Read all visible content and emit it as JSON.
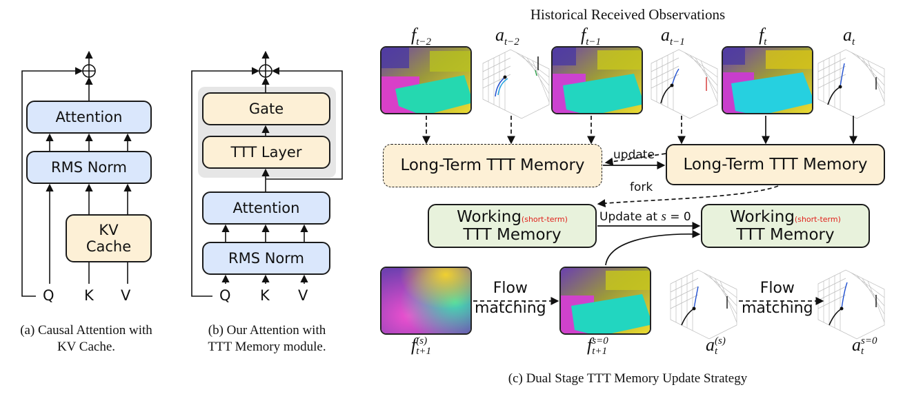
{
  "panel_a": {
    "attention": "Attention",
    "rms_norm": "RMS Norm",
    "kv_cache_line1": "KV",
    "kv_cache_line2": "Cache",
    "q": "Q",
    "k": "K",
    "v": "V",
    "caption_line1": "(a) Causal Attention with",
    "caption_line2": "KV Cache."
  },
  "panel_b": {
    "gate": "Gate",
    "ttt_layer": "TTT Layer",
    "attention": "Attention",
    "rms_norm": "RMS Norm",
    "q": "Q",
    "k": "K",
    "v": "V",
    "caption_line1": "(b) Our Attention with",
    "caption_line2": "TTT Memory module."
  },
  "panel_c": {
    "title": "Historical Received Observations",
    "frames": [
      {
        "base": "f",
        "sub": "t−2"
      },
      {
        "base": "a",
        "sub": "t−2"
      },
      {
        "base": "f",
        "sub": "t−1"
      },
      {
        "base": "a",
        "sub": "t−1"
      },
      {
        "base": "f",
        "sub": "t"
      },
      {
        "base": "a",
        "sub": "t"
      }
    ],
    "long_term_old": "Long-Term TTT Memory",
    "long_term_new": "Long-Term TTT Memory",
    "update_label": "update",
    "fork_label": "fork",
    "working_line1": "Working",
    "working_tag": "(short-term)",
    "working_line2": "TTT Memory",
    "update_at_prefix": "Update at ",
    "update_at_var": "s",
    "update_at_suffix": " = 0",
    "flow_line1": "Flow",
    "flow_line2": "matching",
    "bottom_labels": [
      {
        "base": "f",
        "sub": "t+1",
        "sup": "(s)"
      },
      {
        "base": "f",
        "sub": "t+1",
        "sup": "s=0"
      },
      {
        "base": "a",
        "sub": "t",
        "sup": "(s)"
      },
      {
        "base": "a",
        "sub": "t",
        "sup": "s=0"
      }
    ],
    "caption": "(c) Dual Stage TTT Memory Update Strategy"
  },
  "colors": {
    "blue_box": "#dae7fc",
    "yellow_box": "#fdf0d6",
    "green_box": "#e8f2dc",
    "gray_panel": "#e6e6e6",
    "red_tag": "#e0201a"
  }
}
